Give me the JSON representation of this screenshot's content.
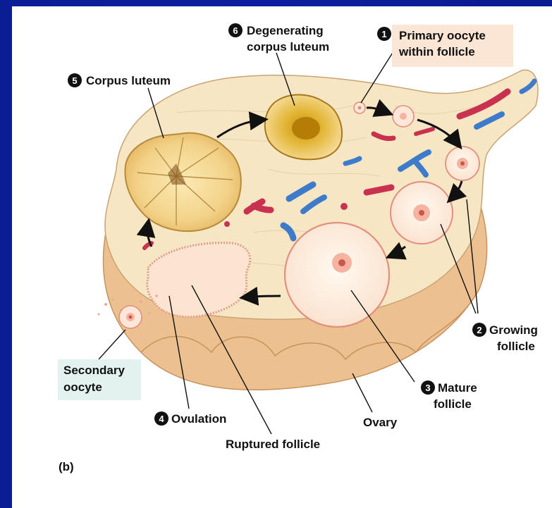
{
  "panel_letter": "(b)",
  "labels": {
    "primary": {
      "num": "1",
      "line1": "Primary oocyte",
      "line2": "within follicle"
    },
    "growing": {
      "num": "2",
      "line1": "Growing",
      "line2": "follicle"
    },
    "mature": {
      "num": "3",
      "line1": "Mature",
      "line2": "follicle"
    },
    "ovulation": {
      "num": "4",
      "line1": "Ovulation"
    },
    "corpus_luteum": {
      "num": "5",
      "line1": "Corpus luteum"
    },
    "degenerating": {
      "num": "6",
      "line1": "Degenerating",
      "line2": "corpus luteum"
    },
    "secondary": {
      "line1": "Secondary",
      "line2": "oocyte"
    },
    "ruptured": {
      "line1": "Ruptured follicle"
    },
    "ovary": {
      "line1": "Ovary"
    }
  },
  "colors": {
    "background": "#0b1d95",
    "ovary_tissue": "#f6e2bf",
    "ovary_shadow": "#e7b984",
    "follicle_outline": "#e28f7f",
    "corpus_luteum": "#f5d88c",
    "vessel_red": "#c8324f",
    "vessel_blue": "#3e7ccb",
    "label_highlight": "#fbe6d6",
    "label_highlight_alt": "#e3f1ef"
  }
}
